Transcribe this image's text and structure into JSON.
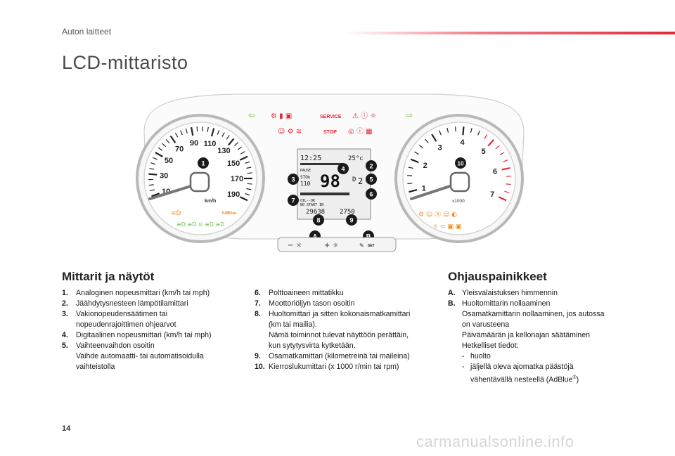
{
  "header": {
    "section": "Auton laitteet"
  },
  "title": "LCD-mittaristo",
  "dashboard": {
    "speedo_ticks": [
      "10",
      "30",
      "50",
      "70",
      "90",
      "110",
      "130",
      "150",
      "170",
      "190"
    ],
    "speedo_unit": "km/h",
    "tacho_ticks": [
      "1",
      "2",
      "3",
      "4",
      "5",
      "6",
      "7"
    ],
    "tacho_unit": "x1000",
    "warning_service": "SERVICE",
    "warning_stop": "STOP",
    "adblue_label": "AdBlue",
    "lcd": {
      "time": "12:25",
      "temp": "25°c",
      "pause": "PAUSE",
      "ston": "STOn",
      "speed_small": "110",
      "speed_big": "98",
      "gear": "D",
      "gear_num": "2",
      "oil": "OIL--OK",
      "nostart": "NO START IN",
      "odo1": "29638",
      "odo2": "2750"
    },
    "callouts": [
      "1",
      "2",
      "3",
      "4",
      "5",
      "6",
      "7",
      "8",
      "9",
      "10",
      "A",
      "B"
    ],
    "buttons": {
      "minus": "−",
      "plus": "+",
      "set": "SET"
    }
  },
  "left_section": {
    "title": "Mittarit ja näytöt",
    "items": [
      {
        "num": "1.",
        "text": "Analoginen nopeusmittari (km/h tai mph)"
      },
      {
        "num": "2.",
        "text": "Jäähdytysnesteen lämpötilamittari"
      },
      {
        "num": "3.",
        "text": "Vakionopeudensäätimen tai",
        "cont": "nopeudenrajoittimen ohjearvot"
      },
      {
        "num": "4.",
        "text": "Digitaalinen nopeusmittari (km/h tai mph)"
      },
      {
        "num": "5.",
        "text": "Vaihteenvaihdon osoitin",
        "cont": "Vaihde automaatti- tai automatisoidulla",
        "cont2": "vaihteistolla"
      }
    ]
  },
  "middle_section": {
    "items": [
      {
        "num": "6.",
        "text": "Polttoaineen mittatikku"
      },
      {
        "num": "7.",
        "text": "Moottoriöljyn tason osoitin"
      },
      {
        "num": "8.",
        "text": "Huoltomittari ja sitten kokonaismatkamittari",
        "cont": "(km tai mailia).",
        "cont2": "Nämä toiminnot tulevat näyttöön perättäin,",
        "cont3": "kun sytytysvirta kytketään."
      },
      {
        "num": "9.",
        "text": "Osamatkamittari (kilometreinä tai maileina)"
      },
      {
        "num": "10.",
        "text": "Kierroslukumittari (x 1000 r/min tai rpm)"
      }
    ]
  },
  "right_section": {
    "title": "Ohjauspainikkeet",
    "items": [
      {
        "num": "A.",
        "text": "Yleisvalaistuksen himmennin"
      },
      {
        "num": "B.",
        "text": "Huoltomittarin nollaaminen",
        "cont": "Osamatkamittarin nollaaminen, jos autossa",
        "cont2": "on varusteena",
        "cont3": "Päivämäärän ja kellonajan säätäminen",
        "cont4": "Hetkelliset tiedot:"
      }
    ],
    "subitems": [
      {
        "dash": "-",
        "text": "huolto"
      },
      {
        "dash": "-",
        "text": "jäljellä oleva ajomatka päästöjä",
        "cont": "vähentävällä nesteellä (AdBlue",
        "sup": "®",
        "end": ")"
      }
    ]
  },
  "page_number": "14",
  "watermark": "carmanualsonline.info",
  "colors": {
    "accent": "#e62837",
    "warning_red": "#e62837",
    "warning_orange": "#f28c28",
    "green": "#6cc04a",
    "blue": "#3a7bd5",
    "callout": "#1a1a1a"
  }
}
